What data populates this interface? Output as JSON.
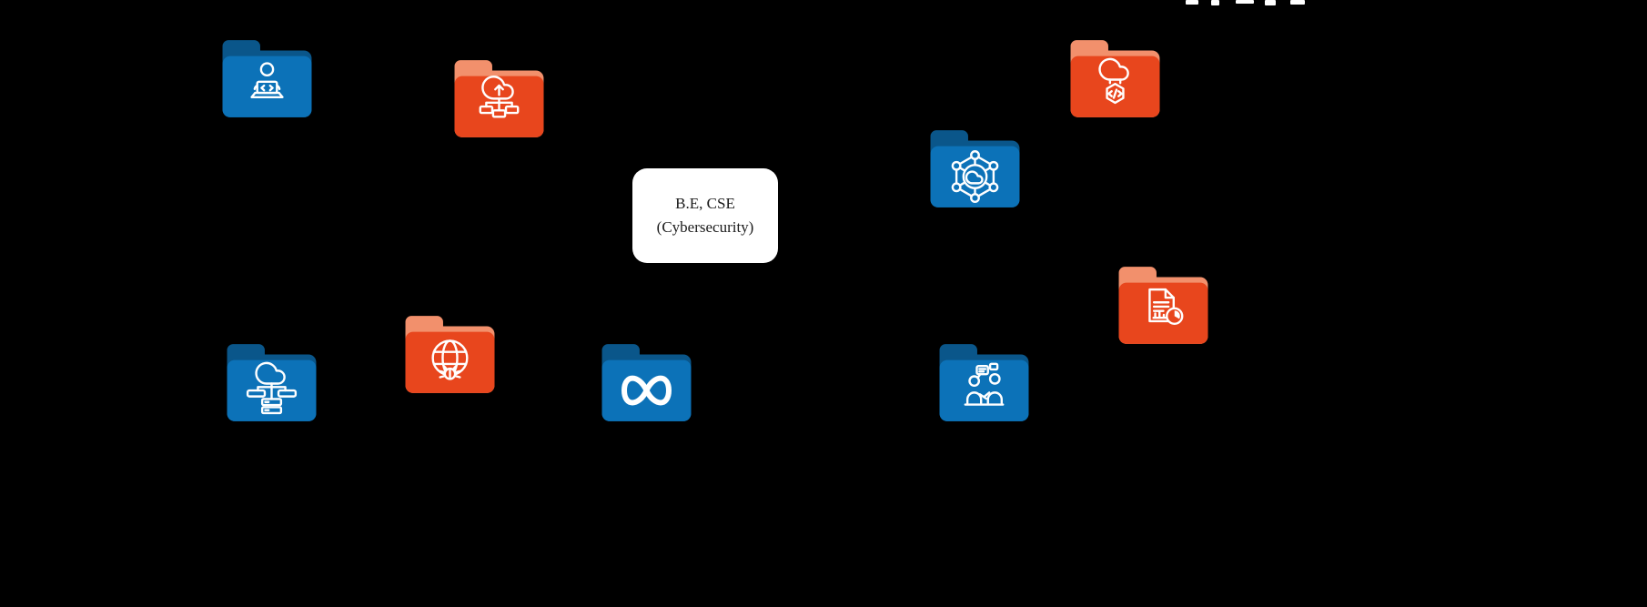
{
  "center_card": {
    "line1": "B.E, CSE",
    "line2": "(Cybersecurity)"
  },
  "colors": {
    "background": "#000000",
    "blue_body": "#0C72B8",
    "blue_tab": "#0A568A",
    "orange_body": "#E8461D",
    "orange_tab": "#F2906C",
    "icon_stroke": "#FFFFFF",
    "card_bg": "#FFFFFF",
    "card_text": "#1A1A1A"
  },
  "folders": [
    {
      "icon": "person-at-laptop-icon",
      "color": "blue"
    },
    {
      "icon": "cloud-upload-network-icon",
      "color": "orange"
    },
    {
      "icon": "cloud-code-icon",
      "color": "orange"
    },
    {
      "icon": "network-hexagon-cloud-icon",
      "color": "blue"
    },
    {
      "icon": "cloud-server-link-icon",
      "color": "blue"
    },
    {
      "icon": "globe-bug-icon",
      "color": "orange"
    },
    {
      "icon": "infinity-devops-icon",
      "color": "blue"
    },
    {
      "icon": "people-discussion-icon",
      "color": "blue"
    },
    {
      "icon": "report-analytics-icon",
      "color": "orange"
    }
  ]
}
